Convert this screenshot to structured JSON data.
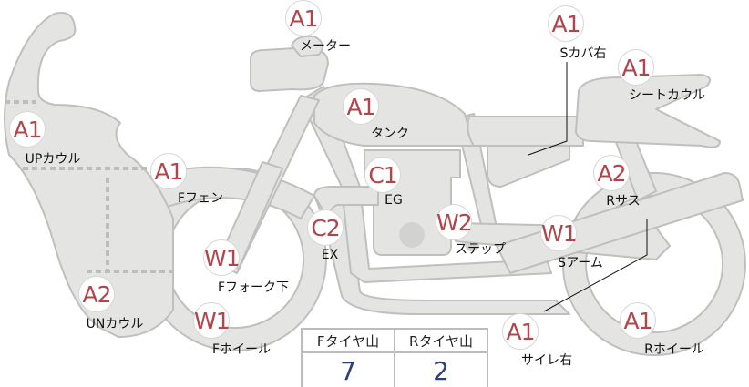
{
  "colors": {
    "part_fill": "#e4e4e2",
    "part_stroke": "#bfbfbf",
    "grade_text": "#b5444a",
    "tire_value": "#2a3f82"
  },
  "parts": [
    {
      "grade": "A1",
      "label": "メーター"
    },
    {
      "grade": "A1",
      "label": "Sカバ右"
    },
    {
      "grade": "A1",
      "label": "シートカウル"
    },
    {
      "grade": "A1",
      "label": "タンク"
    },
    {
      "grade": "A1",
      "label": "UPカウル"
    },
    {
      "grade": "C1",
      "label": "EG"
    },
    {
      "grade": "A1",
      "label": "Fフェン"
    },
    {
      "grade": "A2",
      "label": "Rサス"
    },
    {
      "grade": "C2",
      "label": "EX"
    },
    {
      "grade": "W2",
      "label": "ステップ"
    },
    {
      "grade": "W1",
      "label": "Sアーム"
    },
    {
      "grade": "W1",
      "label": "Fフォーク下"
    },
    {
      "grade": "A2",
      "label": "UNカウル"
    },
    {
      "grade": "W1",
      "label": "Fホイール"
    },
    {
      "grade": "A1",
      "label": "サイレ右"
    },
    {
      "grade": "A1",
      "label": "Rホイール"
    }
  ],
  "tire_table": {
    "headers": [
      "Fタイヤ山",
      "Rタイヤ山"
    ],
    "values": [
      "7",
      "2"
    ]
  }
}
